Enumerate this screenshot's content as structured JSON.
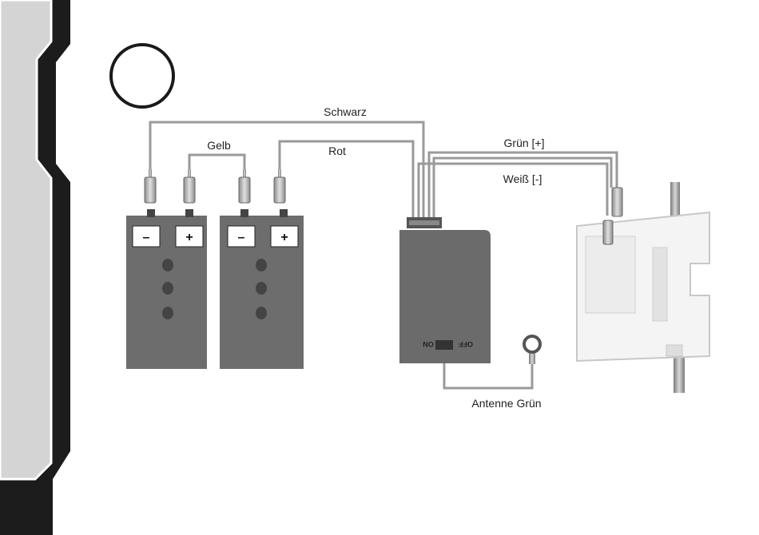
{
  "labels": {
    "schwarz": "Schwarz",
    "gelb": "Gelb",
    "rot": "Rot",
    "gruen": "Grün [+]",
    "weiss": "Weiß [-]",
    "antenne": "Antenne Grün"
  },
  "batteries": [
    {
      "minus": "–",
      "plus": "+"
    },
    {
      "minus": "–",
      "plus": "+"
    }
  ],
  "receiver": {
    "switch_on": "ON",
    "switch_off": "OFF"
  },
  "colors": {
    "battery": "#6d6d6d",
    "receiver": "#6b6b6b",
    "wire": "#9a9a9a",
    "servo": "#f4f4f4",
    "side_panel": "#d4d4d4"
  }
}
